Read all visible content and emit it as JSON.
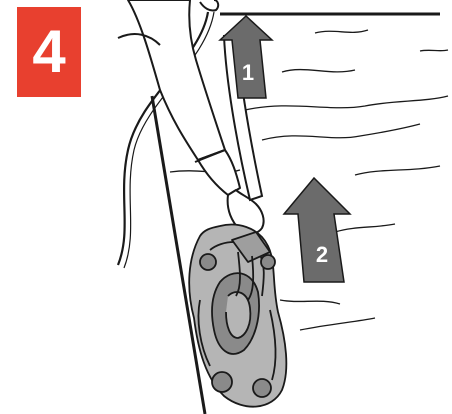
{
  "step": {
    "number": "4",
    "color": "#e8402f"
  },
  "arrows": [
    {
      "label": "1",
      "color": "#6b6b6b"
    },
    {
      "label": "2",
      "color": "#6b6b6b"
    }
  ],
  "colors": {
    "line": "#1a1a1a",
    "cleaner_fill": "#b5b5b5",
    "cleaner_dark": "#8a8a8a"
  }
}
